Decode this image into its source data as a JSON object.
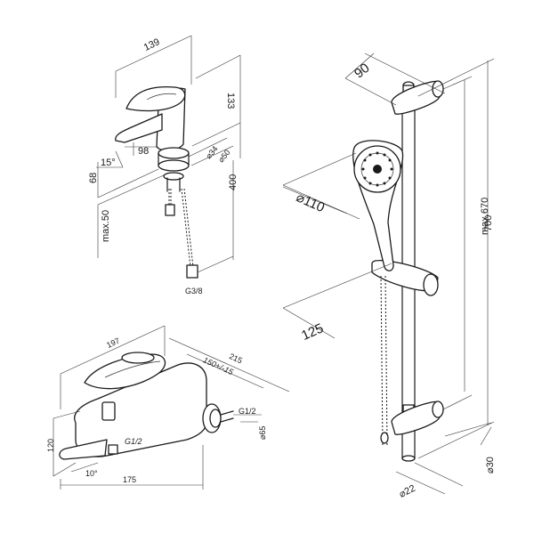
{
  "basin_mixer": {
    "width": "139",
    "height": "133",
    "spout_reach": "98",
    "spout_angle": "15°",
    "base_diameter": "⌀34",
    "flange_diameter": "⌀50",
    "base_height": "68",
    "hose_length": "400",
    "max_depth": "max.50",
    "thread": "G3/8"
  },
  "bath_mixer": {
    "width": "197",
    "total_depth": "215",
    "centers": "150+/-15",
    "connection": "G1/2",
    "escutcheon": "⌀65",
    "height": "120",
    "spout_angle": "10°",
    "diverter_thread": "G1/2",
    "length": "175"
  },
  "shower_set": {
    "holder_offset": "90",
    "head_diameter": "⌀110",
    "handle_length": "125",
    "max_height": "max.670",
    "rail_length": "700",
    "rail_diameter": "⌀22",
    "bracket_diameter": "⌀30"
  }
}
